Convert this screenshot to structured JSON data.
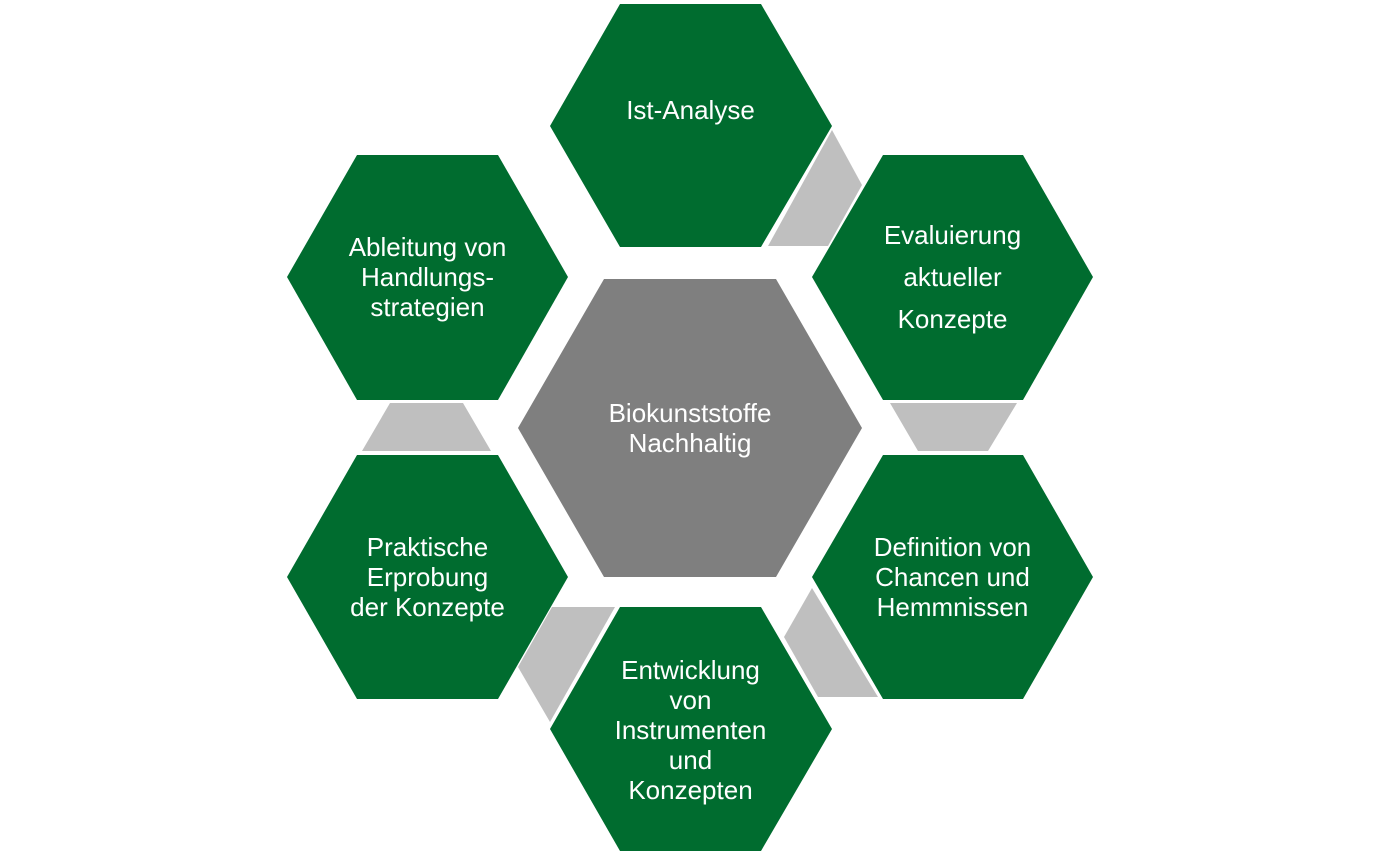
{
  "colors": {
    "hex_green": "#006c2f",
    "hex_center": "#7f7f7f",
    "connector": "#bfbfbf",
    "text": "#ffffff"
  },
  "diagram": {
    "center": {
      "text": "Biokunststoffe\nNachhaltig"
    },
    "steps": [
      {
        "text": "Ist-Analyse"
      },
      {
        "text": "Evaluierung\naktueller\nKonzepte"
      },
      {
        "text": "Definition von\nChancen und\nHemmnissen"
      },
      {
        "text": "Entwicklung\nvon\nInstrumenten\nund\nKonzepten"
      },
      {
        "text": "Praktische\nErprobung\nder Konzepte"
      },
      {
        "text": "Ableitung von\nHandlungs-\nstrategien"
      }
    ]
  }
}
